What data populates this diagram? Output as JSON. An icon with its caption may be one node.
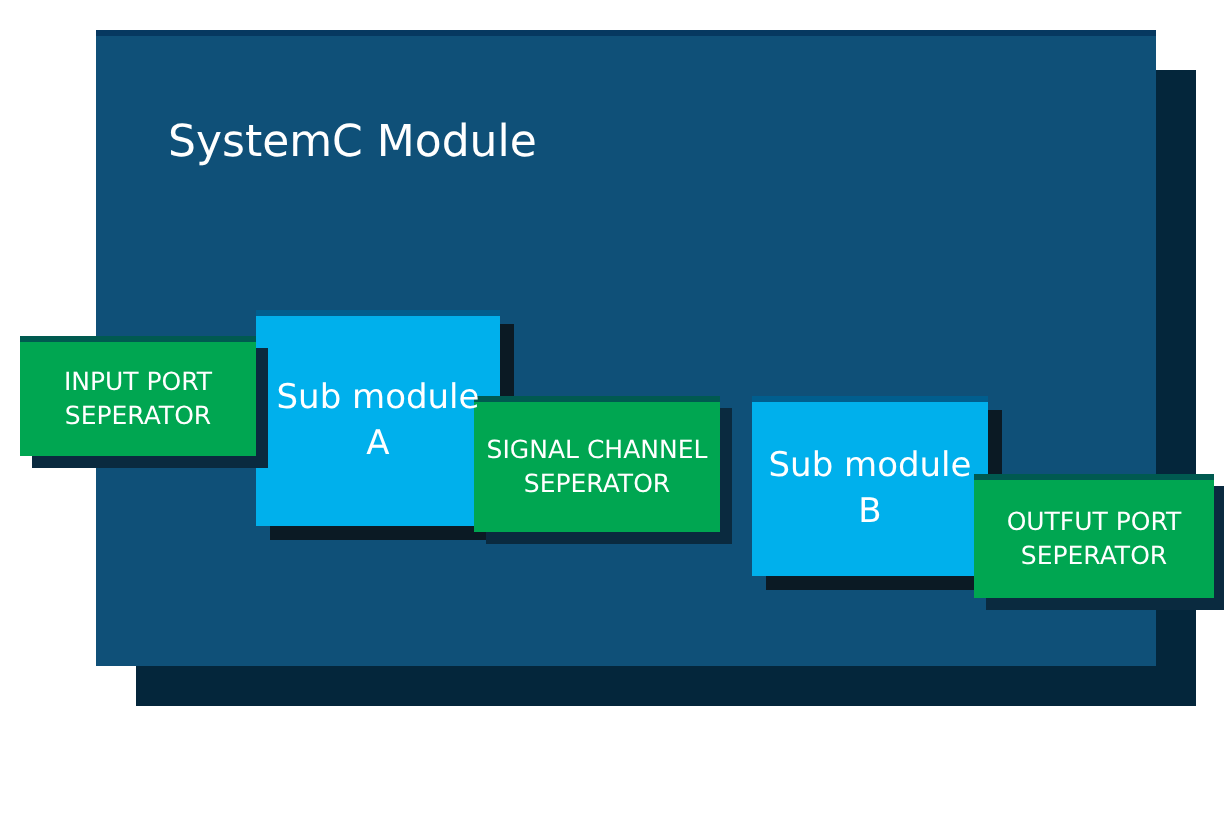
{
  "diagram": {
    "nodes": [
      {
        "text": [
          "SystemC Module"
        ]
      },
      {
        "text": [
          "INPUT PORT SEPERATOR"
        ]
      },
      {
        "text": [
          "Sub module A"
        ],
        "in": 0
      },
      {
        "text": [
          "SIGNAL CHANNEL SEPERATOR"
        ],
        "in": 0
      },
      {
        "text": [
          "Sub module B"
        ],
        "in": 0
      },
      {
        "text": [
          "OUTFUT PORT SEPERATOR"
        ]
      }
    ]
  }
}
